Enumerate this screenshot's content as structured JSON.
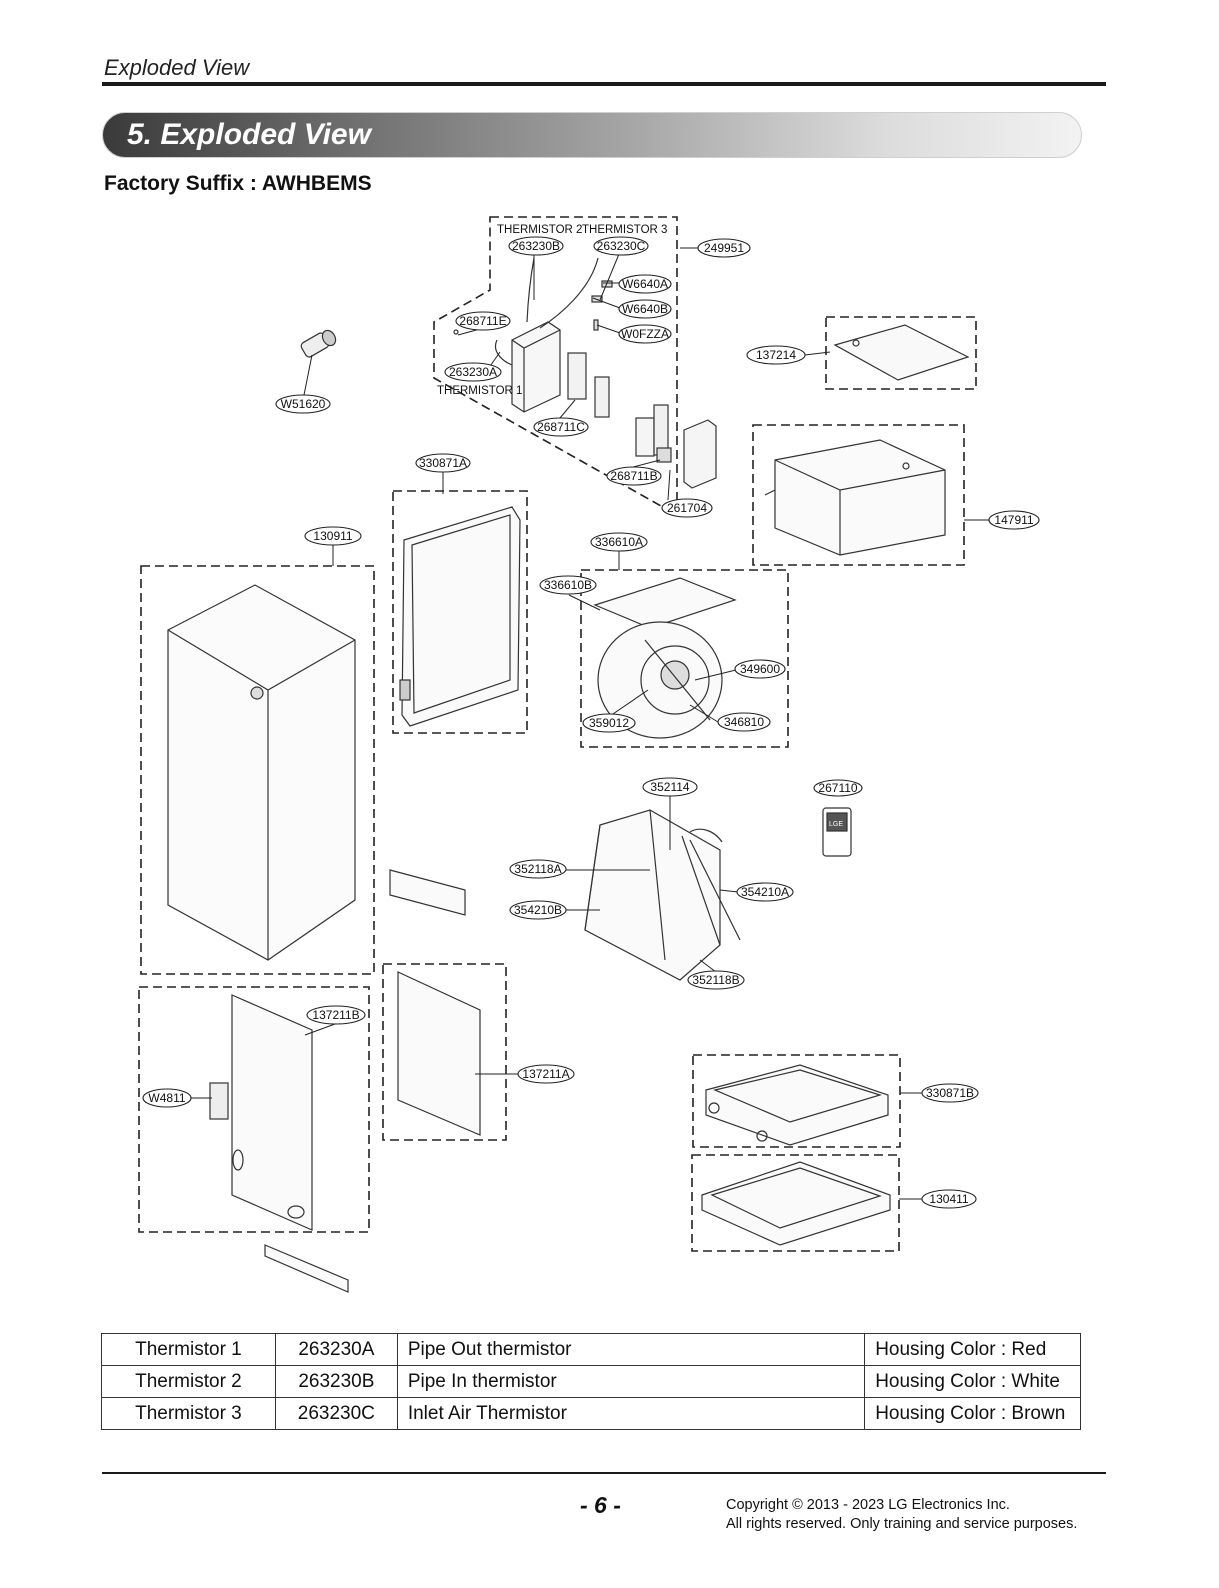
{
  "running_header": "Exploded View",
  "section_title": "5. Exploded View",
  "factory_suffix": "Factory Suffix : AWHBEMS",
  "diagram": {
    "captions": {
      "thermistor_2": "THERMISTOR 2",
      "thermistor_3": "THERMISTOR 3",
      "thermistor_1": "THERMISTOR 1"
    },
    "labels": {
      "l263230B": "263230B",
      "l263230C": "263230C",
      "l249951": "249951",
      "lW6640A": "W6640A",
      "lW6640B": "W6640B",
      "lW0FZZA": "W0FZZA",
      "l268711E": "268711E",
      "l263230A": "263230A",
      "l268711C": "268711C",
      "l268711B": "268711B",
      "l261704": "261704",
      "l137214": "137214",
      "l147911": "147911",
      "lW51620": "W51620",
      "l330871A": "330871A",
      "l130911": "130911",
      "l336610A": "336610A",
      "l336610B": "336610B",
      "l349600": "349600",
      "l359012": "359012",
      "l346810": "346810",
      "l352114": "352114",
      "l267110": "267110",
      "l352118A": "352118A",
      "l354210A": "354210A",
      "l354210B": "354210B",
      "l352118B": "352118B",
      "l137211B": "137211B",
      "l137211A": "137211A",
      "lW4811": "W4811",
      "l330871B": "330871B",
      "l130411": "130411"
    },
    "remote_display": "LGE"
  },
  "thermistor_table": [
    {
      "name": "Thermistor 1",
      "code": "263230A",
      "description": "Pipe Out thermistor",
      "housing": "Housing Color : Red"
    },
    {
      "name": "Thermistor 2",
      "code": "263230B",
      "description": "Pipe In thermistor",
      "housing": "Housing Color : White"
    },
    {
      "name": "Thermistor 3",
      "code": "263230C",
      "description": "Inlet Air Thermistor",
      "housing": "Housing Color : Brown"
    }
  ],
  "footer": {
    "page_number": "- 6 -",
    "copyright_line1": "Copyright © 2013 - 2023 LG Electronics Inc.",
    "copyright_line2": "All rights reserved. Only training and service purposes."
  }
}
